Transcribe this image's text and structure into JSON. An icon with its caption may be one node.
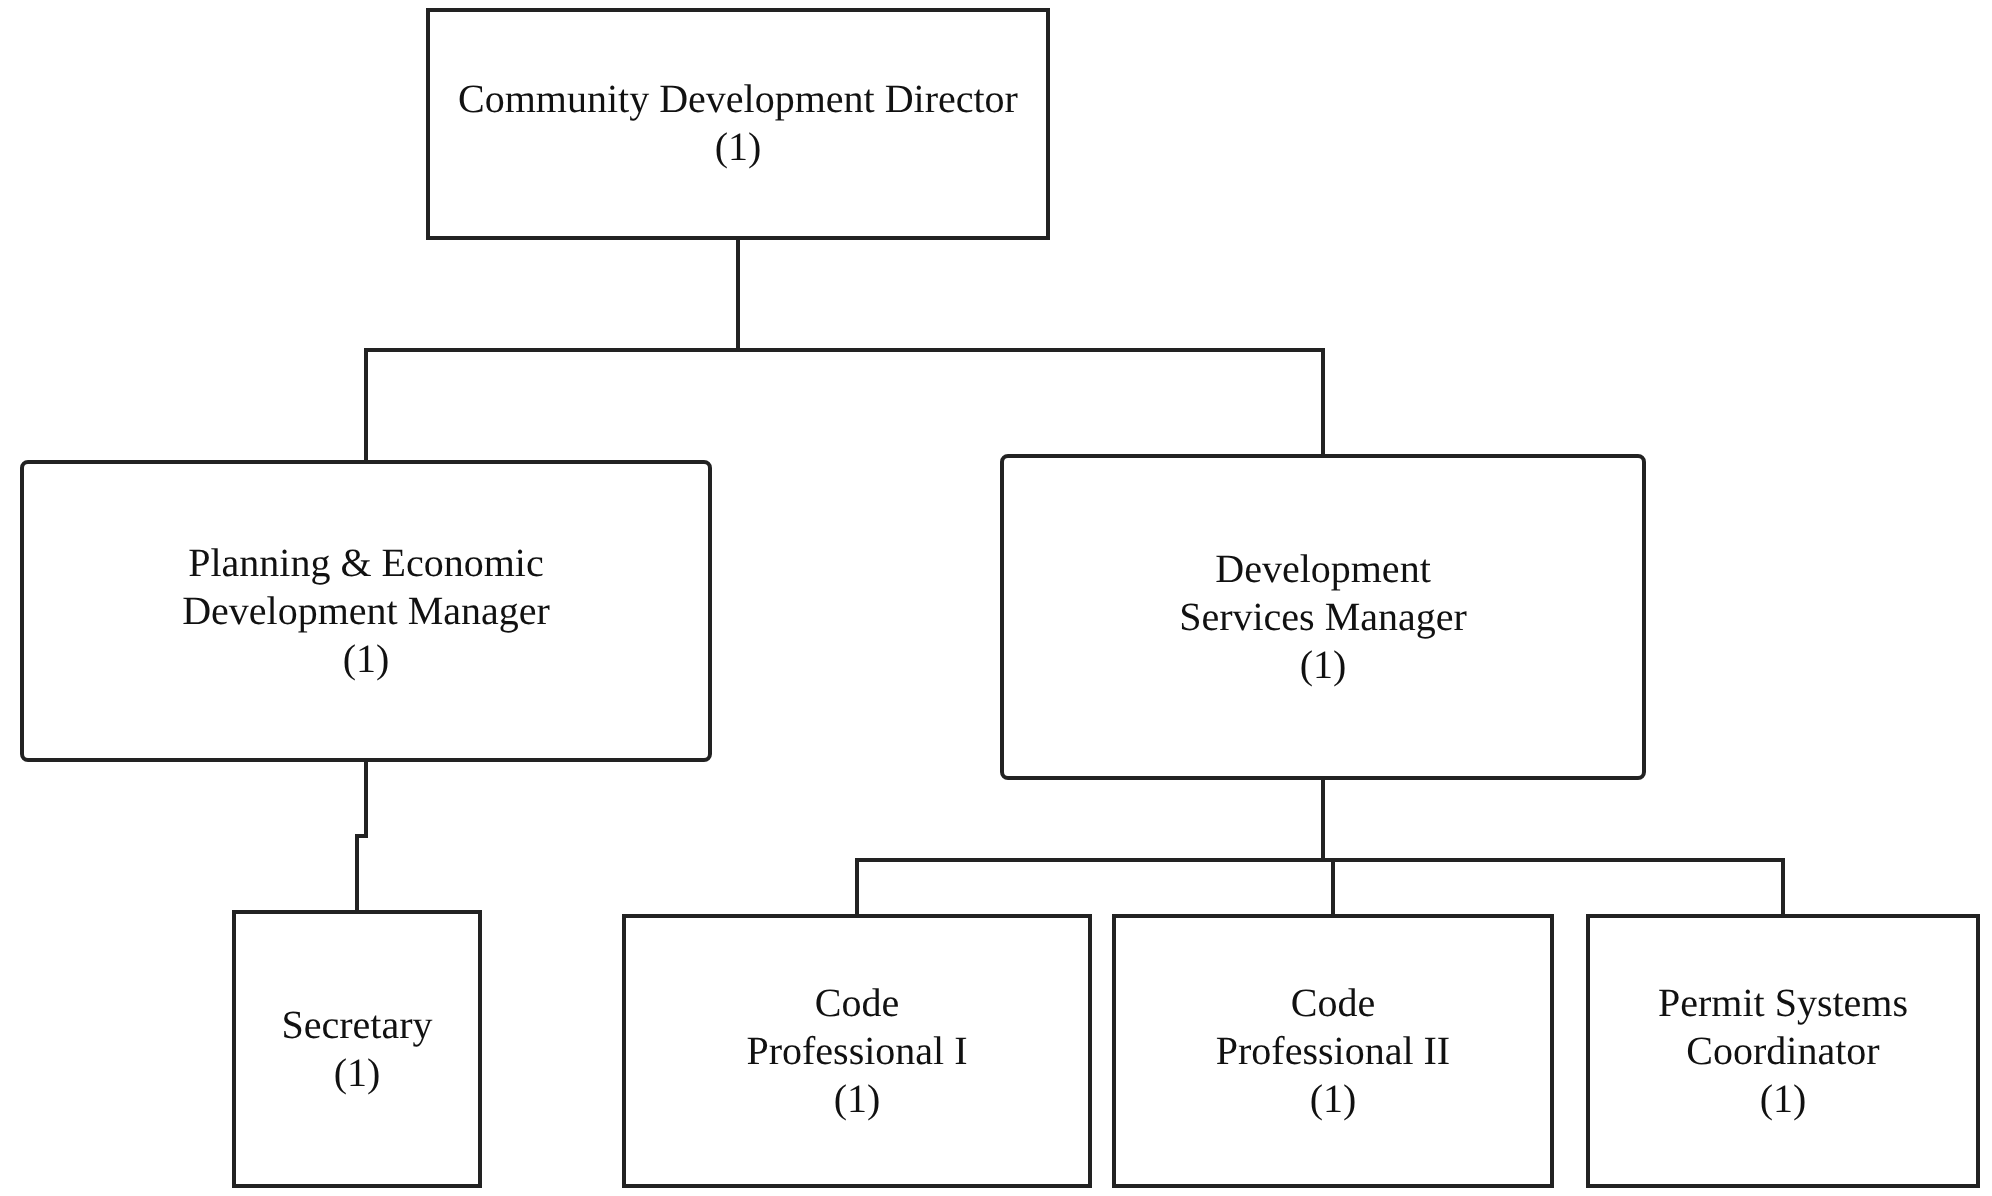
{
  "diagram": {
    "nodes": [
      {
        "text": [
          "Community Development Director",
          "(1)"
        ]
      },
      {
        "text": [
          "Planning & Economic Development Manager",
          "(1)"
        ]
      },
      {
        "text": [
          "Development Services Manager",
          "(1)"
        ]
      },
      {
        "text": [
          "Secretary",
          "(1)"
        ]
      },
      {
        "text": [
          "Code Professional I",
          "(1)"
        ]
      },
      {
        "text": [
          "Code Professional II",
          "(1)"
        ]
      },
      {
        "text": [
          "Permit Systems Coordinator",
          "(1)"
        ]
      }
    ],
    "edges": [
      {
        "from": 0,
        "to": 1,
        "arrow": "none"
      },
      {
        "from": 0,
        "to": 2,
        "arrow": "none"
      },
      {
        "from": 1,
        "to": 3,
        "arrow": "none"
      },
      {
        "from": 2,
        "to": 4,
        "arrow": "none"
      },
      {
        "from": 2,
        "to": 5,
        "arrow": "none"
      },
      {
        "from": 2,
        "to": 6,
        "arrow": "none"
      }
    ]
  }
}
